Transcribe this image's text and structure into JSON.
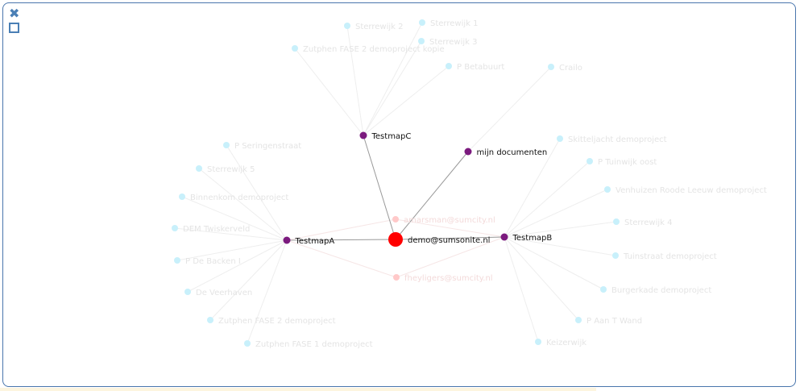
{
  "window": {
    "close_icon": "close-icon",
    "maximize_icon": "maximize-icon"
  },
  "colors": {
    "root": "#ff0000",
    "folder": "#7b1a7e",
    "user": "#ffc9c9",
    "project": "#c8f0fb",
    "edge_strong": "#999999",
    "edge_faint": "#eeeeee",
    "frame": "#4a76ad"
  },
  "graph": {
    "root": {
      "id": "root",
      "label": "demo@sumsonite.nl"
    },
    "folders": [
      {
        "id": "A",
        "label": "TestmapA"
      },
      {
        "id": "B",
        "label": "TestmapB"
      },
      {
        "id": "C",
        "label": "TestmapC"
      },
      {
        "id": "M",
        "label": "mijn documenten"
      }
    ],
    "users": [
      {
        "id": "u1",
        "label": "amarsman@sumcity.nl",
        "links": [
          "A",
          "B"
        ]
      },
      {
        "id": "u2",
        "label": "fheyligers@sumcity.nl",
        "links": [
          "A",
          "B"
        ]
      }
    ],
    "projects": [
      {
        "label": "Sterrewijk 2",
        "parent": "C"
      },
      {
        "label": "Sterrewijk 1",
        "parent": "C"
      },
      {
        "label": "Sterrewijk 3",
        "parent": "C"
      },
      {
        "label": "Zutphen FASE 2 demoproject kopie",
        "parent": "C"
      },
      {
        "label": "P Betabuurt",
        "parent": "C"
      },
      {
        "label": "Crailo",
        "parent": "M"
      },
      {
        "label": "P Seringenstraat",
        "parent": "A"
      },
      {
        "label": "Sterrewijk 5",
        "parent": "A"
      },
      {
        "label": "Binnenkom demoproject",
        "parent": "A"
      },
      {
        "label": "DEM Twiskerveld",
        "parent": "A"
      },
      {
        "label": "P De Backen I",
        "parent": "A"
      },
      {
        "label": "De Veerhaven",
        "parent": "A"
      },
      {
        "label": "Zutphen FASE 2 demoproject",
        "parent": "A"
      },
      {
        "label": "Zutphen FASE 1 demoproject",
        "parent": "A"
      },
      {
        "label": "Skitteljacht demoproject",
        "parent": "B"
      },
      {
        "label": "P Tuinwijk oost",
        "parent": "B"
      },
      {
        "label": "Venhuizen Roode Leeuw demoproject",
        "parent": "B"
      },
      {
        "label": "Sterrewijk 4",
        "parent": "B"
      },
      {
        "label": "Tuinstraat demoproject",
        "parent": "B"
      },
      {
        "label": "Burgerkade demoproject",
        "parent": "B"
      },
      {
        "label": "P Aan T Wand",
        "parent": "B"
      },
      {
        "label": "Keizerwijk",
        "parent": "B"
      }
    ]
  }
}
